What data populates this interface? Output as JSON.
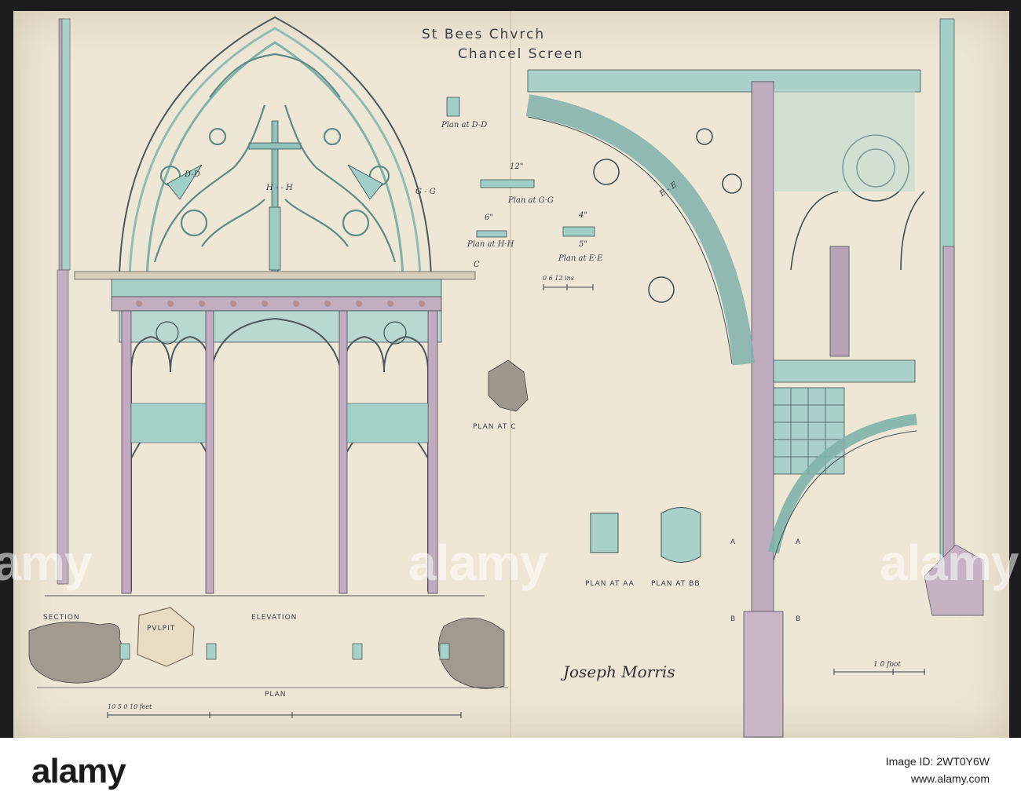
{
  "drawing": {
    "title_line1": "St Bees Chvrch",
    "title_line2": "Chancel Screen",
    "labels": {
      "section": "SECTION",
      "elevation": "ELEVATION",
      "pulpit": "PVLPIT",
      "plan": "PLAN",
      "plan_at_c": "PLAN AT C",
      "plan_at_aa": "PLAN AT AA",
      "plan_at_bb": "PLAN AT BB",
      "plan_at_dd": "Plan at D-D",
      "plan_at_gg": "Plan at G·G",
      "plan_at_hh": "Plan at H·H",
      "plan_at_ee": "Plan at E·E",
      "mark_dd": "D-D",
      "mark_hh": "H - - H",
      "mark_gg": "G - G",
      "mark_c": "C",
      "mark_ee": "E - E",
      "mark_a1": "A",
      "mark_a2": "A",
      "mark_b1": "B",
      "mark_b2": "B",
      "dim_12": "12\"",
      "dim_6": "6\"",
      "dim_4": "4\"",
      "dim_5": "5\""
    },
    "scales": {
      "inch_scale": "0 6 12 ins",
      "foot_scale_left": "10  5  0  10 feet",
      "foot_scale_right": "1 0 foot"
    },
    "signature": "Joseph Morris"
  },
  "watermark": {
    "text_left": "alamy",
    "text_center": "alamy",
    "text_right": "alamy"
  },
  "footer": {
    "logo": "alamy",
    "image_id_label": "Image ID: 2WT0Y6W",
    "url": "www.alamy.com"
  },
  "colors": {
    "paper": "#efe7d6",
    "ink": "#3a3f45",
    "iron_blue": "#9fcfc6",
    "oak_mauve": "#b7a3b5",
    "plan_grey": "#a29a8f"
  }
}
